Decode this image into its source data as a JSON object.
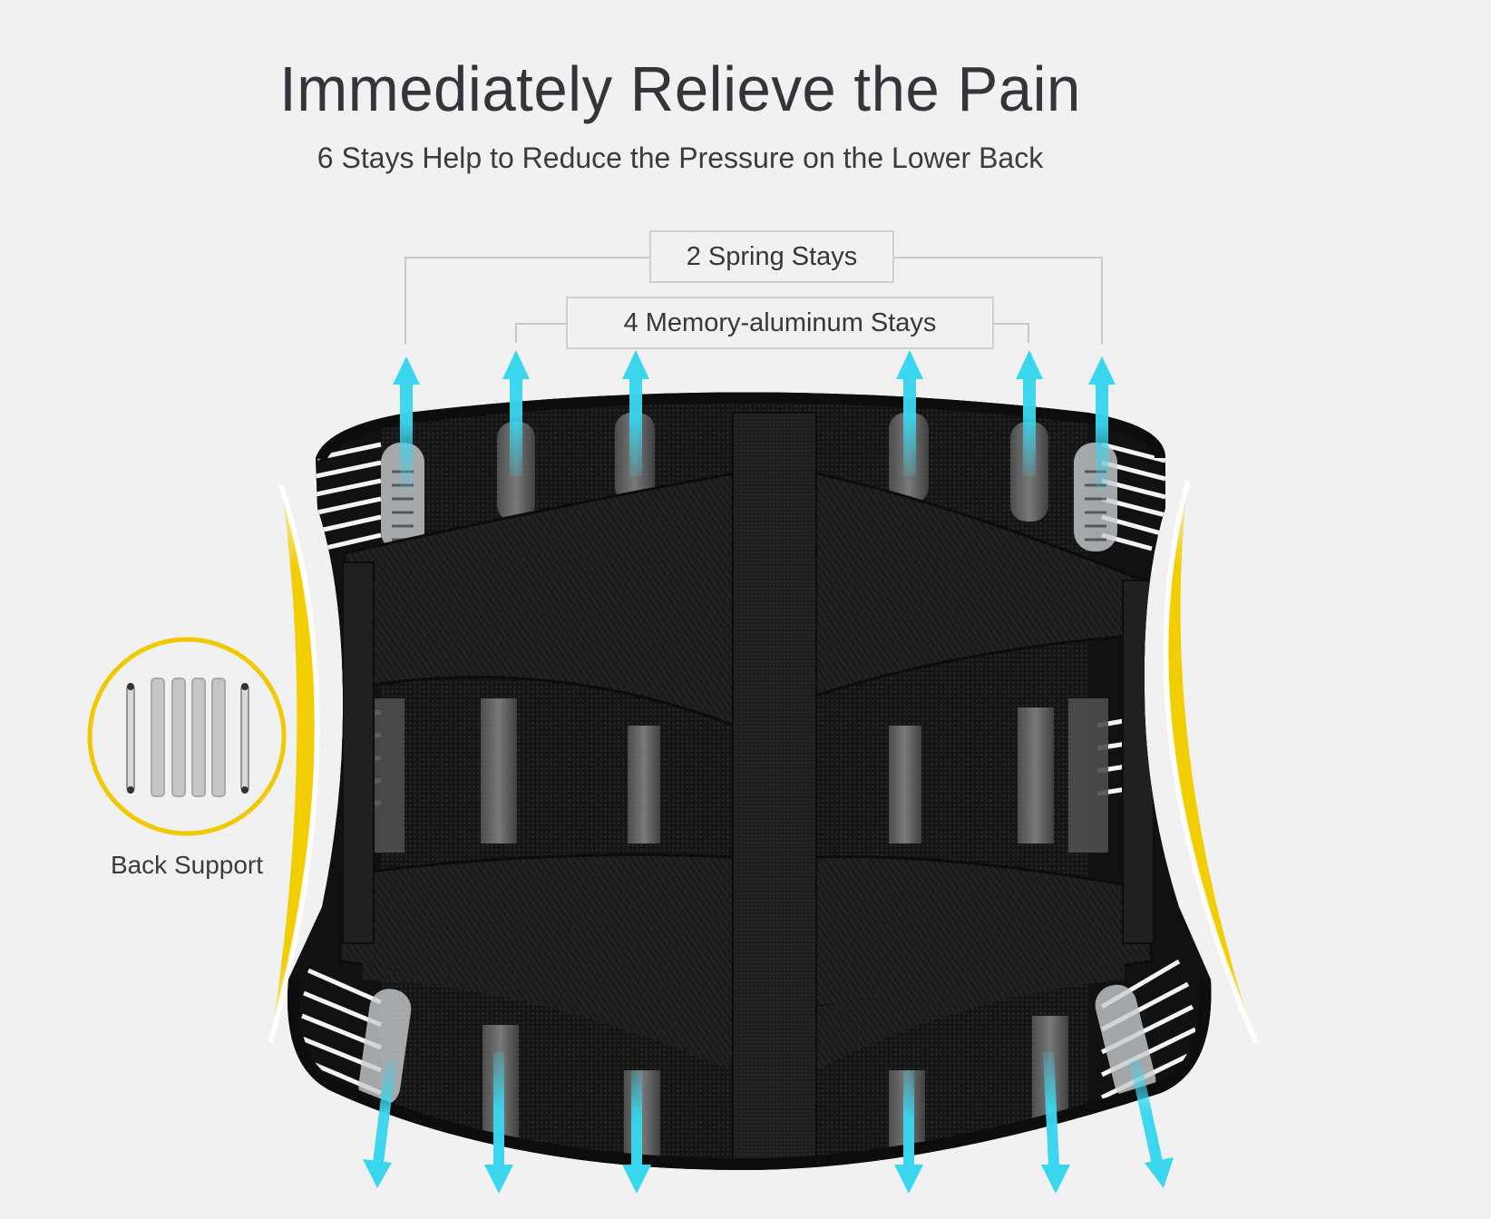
{
  "header": {
    "title": "Immediately Relieve the Pain",
    "subtitle": "6 Stays Help to Reduce the Pressure on the Lower Back"
  },
  "labels": {
    "spring_stays": "2 Spring Stays",
    "memory_stays": "4 Memory-aluminum Stays"
  },
  "callout": {
    "caption": "Back Support",
    "icon": "stays-set-icon"
  },
  "product": {
    "name": "back-brace",
    "icons": [
      "arrow-up-icon",
      "arrow-down-icon",
      "spring-stay-icon",
      "aluminum-stay-icon",
      "support-curve-icon"
    ]
  },
  "colors": {
    "background": "#f1f1f1",
    "text": "#34343b",
    "arrow": "#3ad6ee",
    "accent_yellow": "#f2cd00",
    "belt": "#1b1b1b",
    "bracket_line": "#c8c8c8"
  }
}
